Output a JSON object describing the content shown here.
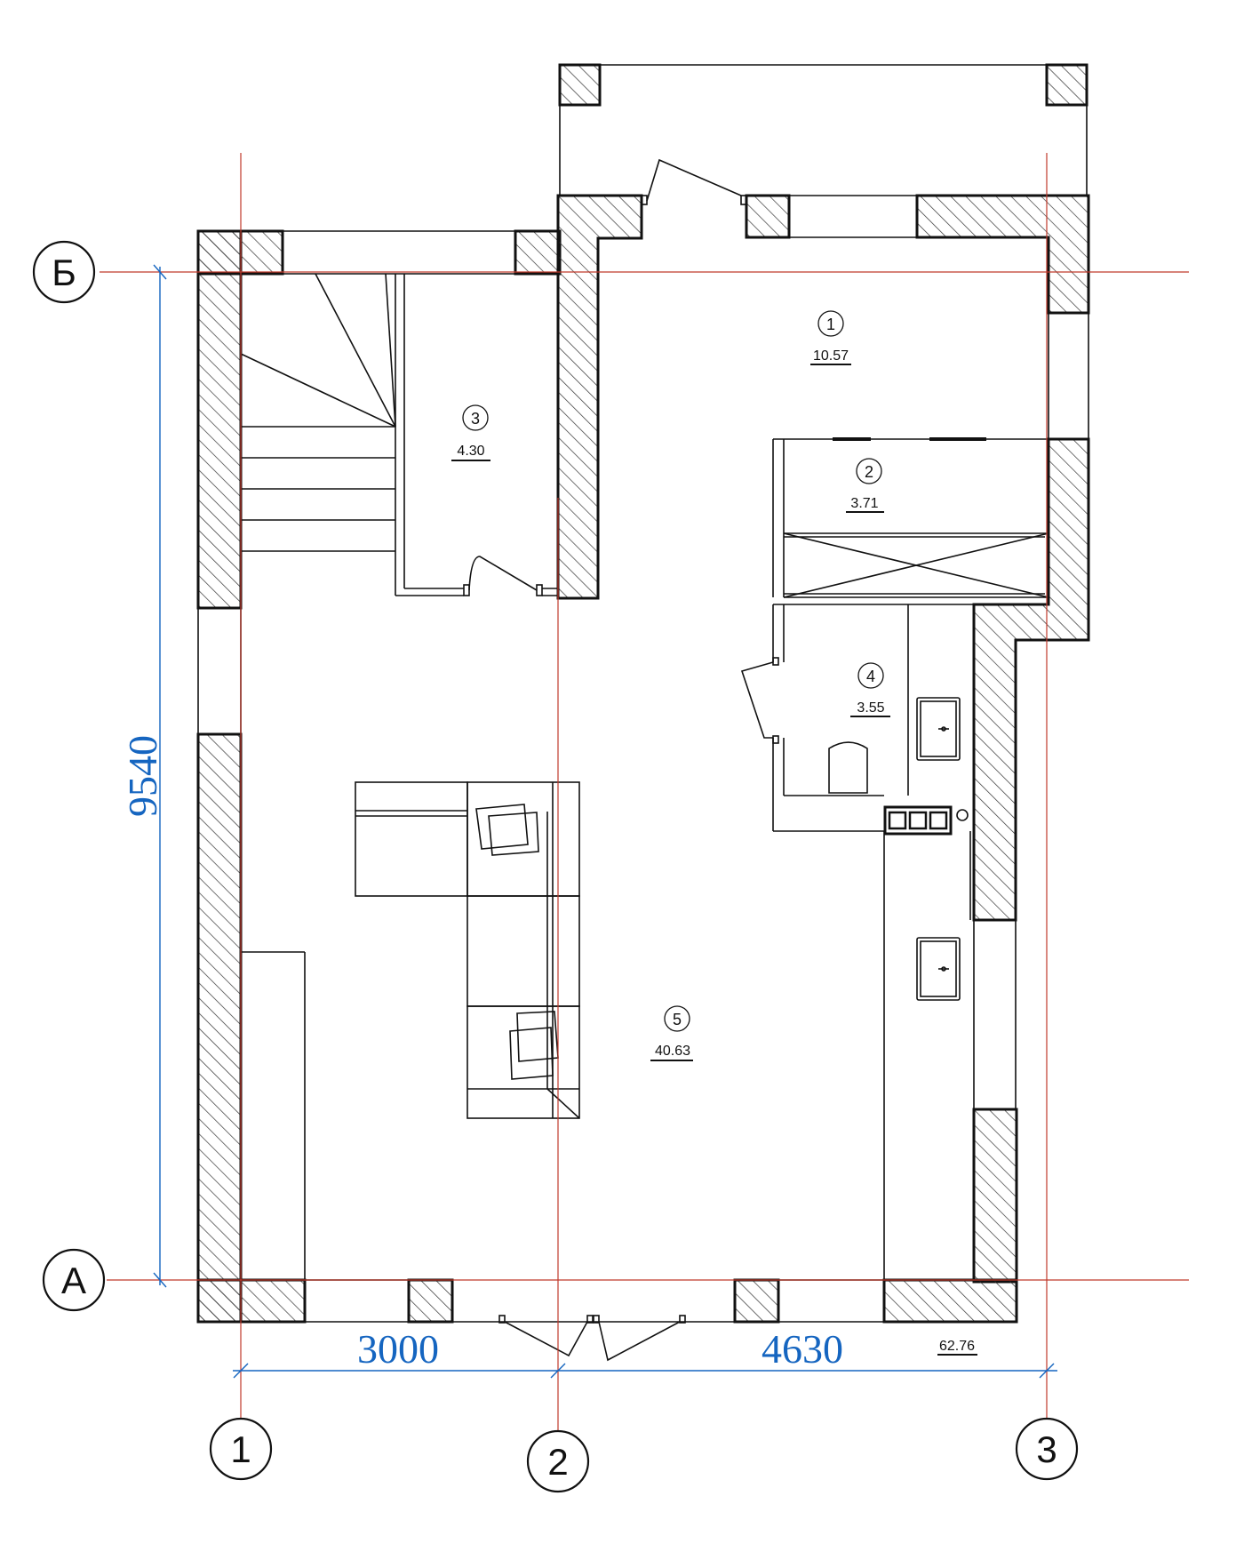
{
  "colors": {
    "axis": "#c0392b",
    "dimension": "#1565c0",
    "wall": "#111111",
    "hatch": "#333333"
  },
  "axes": {
    "letters": [
      {
        "id": "b",
        "label": "Б"
      },
      {
        "id": "a",
        "label": "А"
      }
    ],
    "numbers": [
      {
        "id": "n1",
        "label": "1"
      },
      {
        "id": "n2",
        "label": "2"
      },
      {
        "id": "n3",
        "label": "3"
      }
    ]
  },
  "dimensions": {
    "vertical": "9540",
    "left_span": "3000",
    "right_span": "4630"
  },
  "total_area": "62.76",
  "rooms": [
    {
      "id": "room-1",
      "number": "1",
      "area": "10.57"
    },
    {
      "id": "room-2",
      "number": "2",
      "area": "3.71"
    },
    {
      "id": "room-3",
      "number": "3",
      "area": "4.30"
    },
    {
      "id": "room-4",
      "number": "4",
      "area": "3.55"
    },
    {
      "id": "room-5",
      "number": "5",
      "area": "40.63"
    }
  ]
}
